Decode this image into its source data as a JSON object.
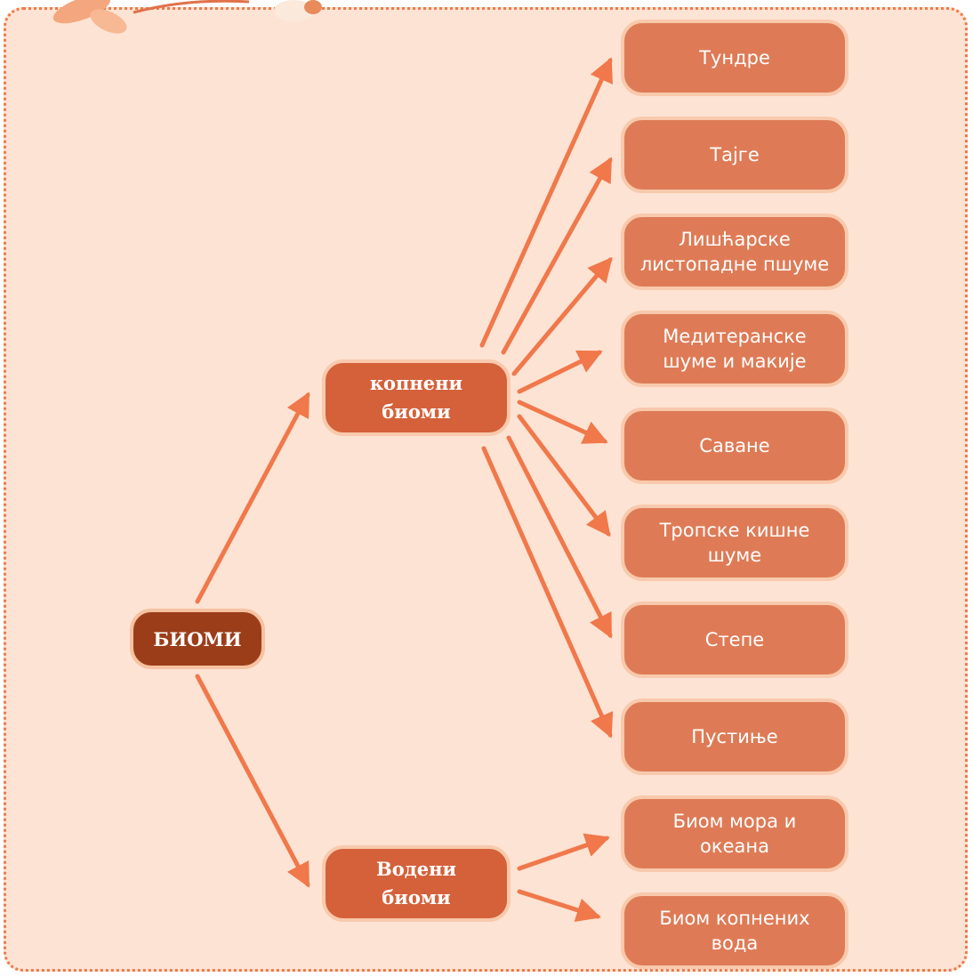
{
  "root": {
    "label": "БИОМИ"
  },
  "groups": [
    {
      "label": "копнени\nбиоми",
      "children": [
        "Тундре",
        "Тајге",
        "Лишћарске\nлистопадне пшуме",
        "Медитеранске\nшуме и макије",
        "Саване",
        "Тропске кишне\nшуме",
        "Степе",
        "Пустиње"
      ]
    },
    {
      "label": "Водени\nбиоми",
      "children": [
        "Биом мора и\nокеана",
        "Биом копнених\nвода"
      ]
    }
  ],
  "colors": {
    "background": "#fde3d3",
    "border_dots": "#ee7a4a",
    "arrow": "#f0784a",
    "leaf_box": "#de7b56",
    "group_box": "#d4613a",
    "root_box": "#9c3d1a"
  }
}
